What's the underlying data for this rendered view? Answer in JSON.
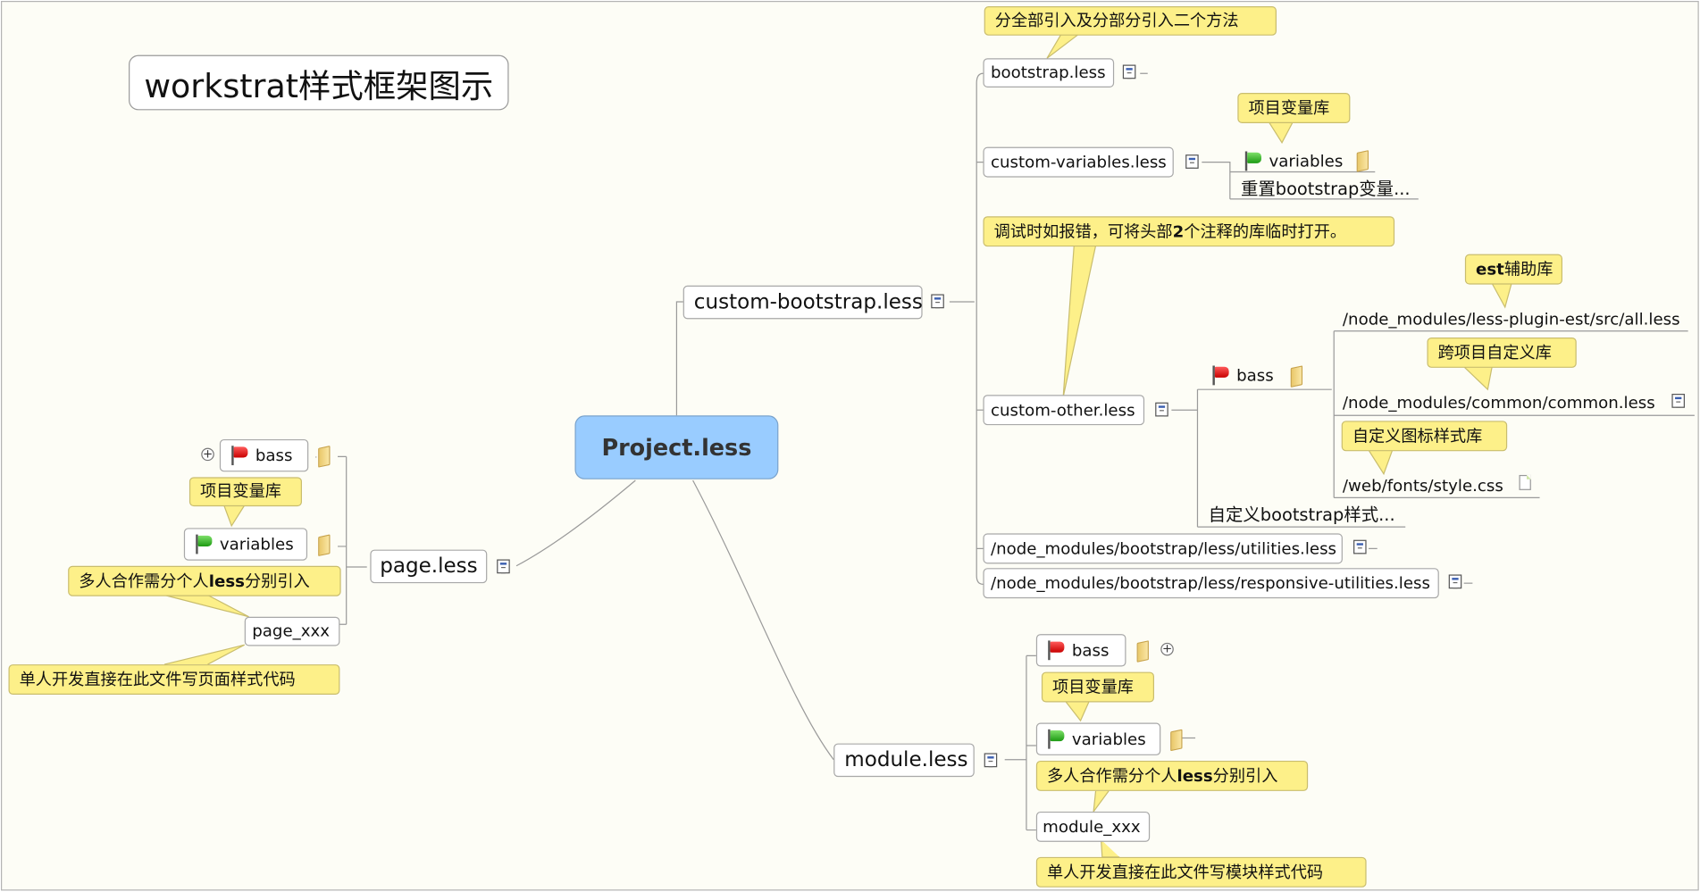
{
  "title": "workstrat样式框架图示",
  "central": "Project.less",
  "nodes": {
    "custom_bootstrap": "custom-bootstrap.less",
    "bootstrap": "bootstrap.less",
    "custom_variables": "custom-variables.less",
    "variables": "variables",
    "reset_bootstrap": "重置bootstrap变量...",
    "custom_other": "custom-other.less",
    "bass": "bass",
    "est_all": "/node_modules/less-plugin-est/src/all.less",
    "common_less": "/node_modules/common/common.less",
    "style_css": "/web/fonts/style.css",
    "custom_bootstrap_style": "自定义bootstrap样式...",
    "utilities": "/node_modules/bootstrap/less/utilities.less",
    "responsive_utilities": "/node_modules/bootstrap/less/responsive-utilities.less",
    "module_less": "module.less",
    "module_bass": "bass",
    "module_variables": "variables",
    "module_xxx": "module_xxx",
    "page_less": "page.less",
    "page_bass": "bass",
    "page_variables": "variables",
    "page_xxx": "page_xxx"
  },
  "callouts": {
    "bootstrap_note": "分全部引入及分部分引入二个方法",
    "custom_variables_note": "项目变量库",
    "custom_other_note_pre": "调试时如报错，可将头部",
    "custom_other_note_bold": "2",
    "custom_other_note_post": "个注释的库临时打开。",
    "est_note_bold": "est",
    "est_note_post": "辅助库",
    "common_note": "跨项目自定义库",
    "style_note": "自定义图标样式库",
    "module_vars_note": "项目变量库",
    "module_multi_pre": "多人合作需分个人",
    "module_multi_bold": "less",
    "module_multi_post": "分别引入",
    "module_single": "单人开发直接在此文件写模块样式代码",
    "page_vars_note": "项目变量库",
    "page_multi_pre": "多人合作需分个人",
    "page_multi_bold": "less",
    "page_multi_post": "分别引入",
    "page_single": "单人开发直接在此文件写页面样式代码"
  },
  "colors": {
    "background": "#fdfdf6",
    "central": "#99ccff",
    "callout": "#fdf089",
    "line": "#9a9a9a",
    "flag_red": "#e00000",
    "flag_green": "#1fae14"
  },
  "icons": [
    "note-icon",
    "folder-icon",
    "file-icon",
    "flag-red-icon",
    "flag-green-icon",
    "expand-plus-icon"
  ]
}
